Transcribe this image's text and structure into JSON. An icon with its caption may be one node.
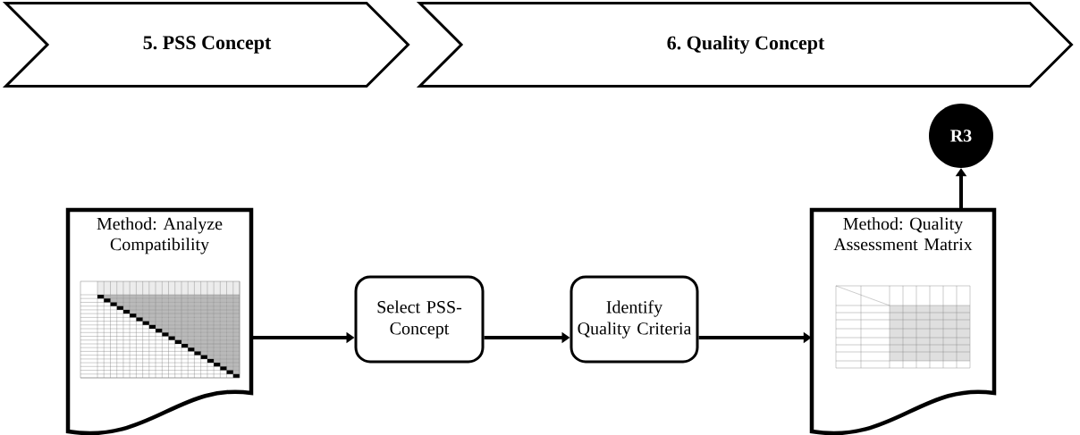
{
  "diagram": {
    "nodes": [
      {
        "text": [
          "5. PSS Concept"
        ]
      },
      {
        "text": [
          "6. Quality Concept"
        ]
      },
      {
        "text": [
          "Method: Analyze Compatibility"
        ]
      },
      {
        "text": [
          "Select PSS-Concept"
        ]
      },
      {
        "text": [
          "Identify Quality Criteria"
        ]
      },
      {
        "text": [
          "Method: Quality Assessment Matrix"
        ]
      },
      {
        "text": [
          "R3"
        ]
      }
    ],
    "edges": [
      {
        "from": 2,
        "to": 3,
        "arrow": "to"
      },
      {
        "from": 3,
        "to": 4,
        "arrow": "to"
      },
      {
        "from": 4,
        "to": 5,
        "arrow": "to"
      },
      {
        "from": 5,
        "to": 6,
        "arrow": "to"
      }
    ]
  }
}
